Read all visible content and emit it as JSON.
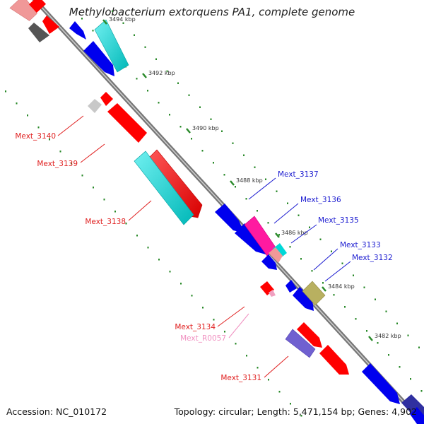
{
  "title": "Methylobacterium extorquens PA1, complete genome",
  "footer": {
    "accession": "Accession: NC_010172",
    "summary": "Topology: circular; Length: 5,471,154 bp; Genes: 4,902"
  },
  "ticks": [
    {
      "label": "3494 kbp",
      "pos": 3494
    },
    {
      "label": "3492 kbp",
      "pos": 3492
    },
    {
      "label": "3490 kbp",
      "pos": 3490
    },
    {
      "label": "3488 kbp",
      "pos": 3488
    },
    {
      "label": "3486 kbp",
      "pos": 3486
    },
    {
      "label": "3484 kbp",
      "pos": 3484
    },
    {
      "label": "3482 kbp",
      "pos": 3482
    }
  ],
  "gene_labels": [
    {
      "label": "Mext_3140",
      "color": "#e02020"
    },
    {
      "label": "Mext_3139",
      "color": "#e02020"
    },
    {
      "label": "Mext_3138",
      "color": "#e02020"
    },
    {
      "label": "Mext_3137",
      "color": "#1a1ad0"
    },
    {
      "label": "Mext_3136",
      "color": "#1a1ad0"
    },
    {
      "label": "Mext_3135",
      "color": "#1a1ad0"
    },
    {
      "label": "Mext_3133",
      "color": "#1a1ad0"
    },
    {
      "label": "Mext_3132",
      "color": "#1a1ad0"
    },
    {
      "label": "Mext_3134",
      "color": "#e02020"
    },
    {
      "label": "Mext_R0057",
      "color": "#f090c0"
    },
    {
      "label": "Mext_3131",
      "color": "#e02020"
    }
  ],
  "colors": {
    "forward_cds": "#ff0000",
    "reverse_cds": "#0000ee",
    "cyan_feature": "#00d8d8",
    "pink_feature": "#ff1aa0",
    "gray_feature": "#666666",
    "olive_feature": "#b8b060",
    "backbone": "#777777",
    "tick_marks": "#2a8a2a"
  }
}
